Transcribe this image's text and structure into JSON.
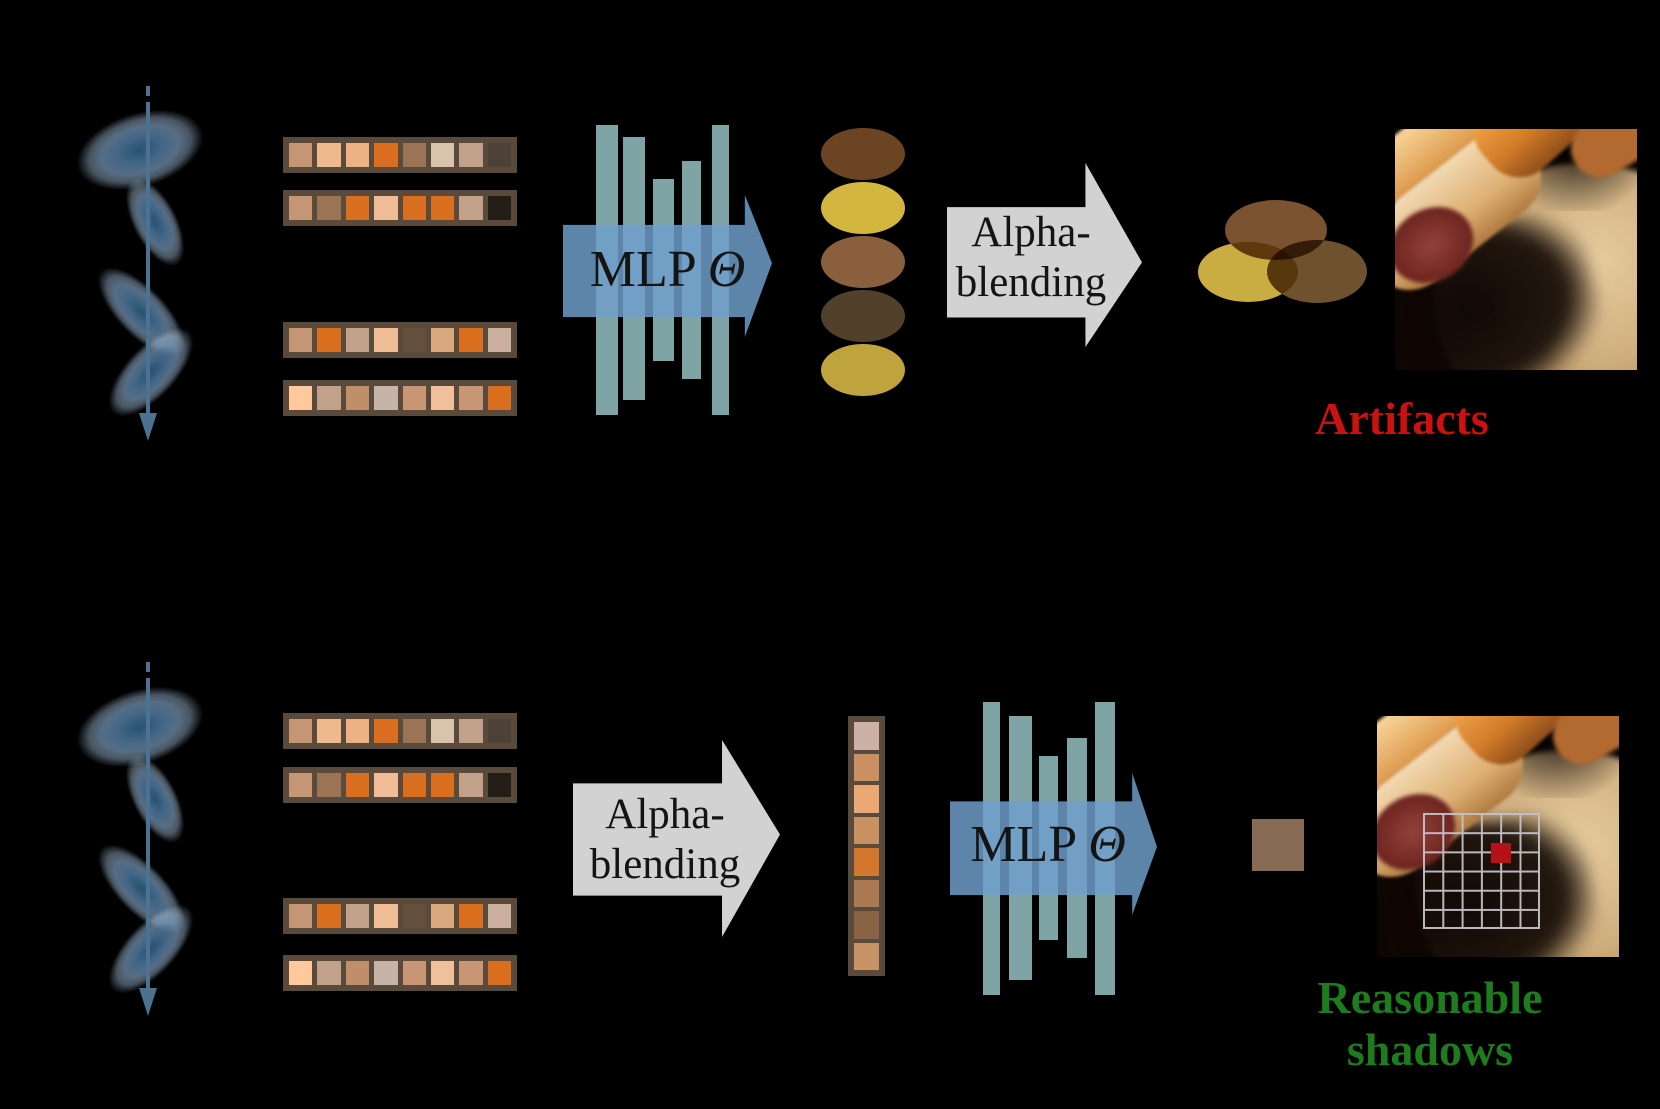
{
  "figure": {
    "top_pipeline": {
      "mlp": "MLP",
      "theta": "Θ",
      "alpha_line1": "Alpha-",
      "alpha_line2": "blending",
      "caption": "Artifacts",
      "gaussian_color_outputs": [
        "#6b4423",
        "#d2b640",
        "#8a5f3d",
        "#51402a",
        "#bfa33c"
      ],
      "blend_colors": {
        "top": "#7a5230",
        "left": "#c9ad43",
        "right": "#6e522f"
      }
    },
    "bottom_pipeline": {
      "alpha_line1": "Alpha-",
      "alpha_line2": "blending",
      "mlp": "MLP",
      "theta": "Θ",
      "caption_line1": "Reasonable",
      "caption_line2": "shadows",
      "blended_feature_vector": [
        "#cbb2a4",
        "#ca9064",
        "#eba873",
        "#c79162",
        "#d3772f",
        "#ab7a52",
        "#8a6244",
        "#c79367"
      ],
      "output_color": "#876b54"
    },
    "feature_strips": [
      [
        "#c49674",
        "#f0b88d",
        "#edb183",
        "#d96f1e",
        "#9b7355",
        "#d8c3ab",
        "#c2a18b",
        "#4c4238"
      ],
      [
        "#c49674",
        "#9b7355",
        "#d96f1e",
        "#f0bc95",
        "#d96f1e",
        "#d96f1e",
        "#c2a18b",
        "#241e19"
      ],
      [
        "#c49674",
        "#d96f1e",
        "#c2a18b",
        "#f0bc95",
        "#64503c",
        "#d9a87f",
        "#d96f1e",
        "#cbb0a0"
      ],
      [
        "#ffc89d",
        "#c2a18b",
        "#c08f69",
        "#c6b4a8",
        "#c99675",
        "#f0c09a",
        "#c99675",
        "#d96f1e"
      ]
    ],
    "palette": {
      "bg": "#000000",
      "ink": "#141414",
      "red": "#cc1111",
      "green": "#1e7c1e",
      "ray": "#4b7290",
      "stripbg": "#594a3b",
      "bar": "#7ea4a5",
      "bluearrow": "#6f9ecb",
      "grayarrow": "#d2d2d2",
      "grid": "#c2c2c8",
      "gridred": "#b51218"
    }
  }
}
